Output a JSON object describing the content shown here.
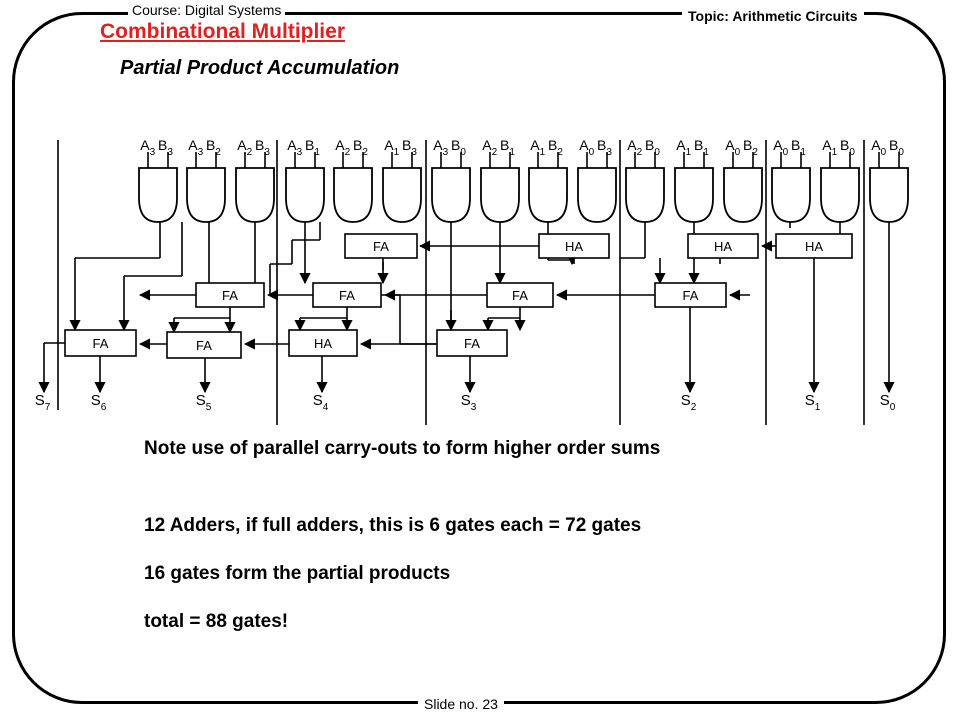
{
  "header": {
    "course": "Course: Digital Systems",
    "topic": "Topic: Arithmetic Circuits",
    "title": "Combinational Multiplier",
    "subtitle": "Partial Product Accumulation"
  },
  "footer": {
    "slide": "Slide no. 23"
  },
  "diagram": {
    "gate_inputs": [
      [
        "A3",
        "B3"
      ],
      [
        "A3",
        "B2"
      ],
      [
        "A2",
        "B3"
      ],
      [
        "A3",
        "B1"
      ],
      [
        "A2",
        "B2"
      ],
      [
        "A1",
        "B3"
      ],
      [
        "A3",
        "B0"
      ],
      [
        "A2",
        "B1"
      ],
      [
        "A1",
        "B2"
      ],
      [
        "A0",
        "B3"
      ],
      [
        "A2",
        "B0"
      ],
      [
        "A1",
        "B1"
      ],
      [
        "A0",
        "B2"
      ],
      [
        "A0",
        "B1"
      ],
      [
        "A1",
        "B0"
      ],
      [
        "A0",
        "B0"
      ]
    ],
    "adders": [
      "FA",
      "HA",
      "HA",
      "HA",
      "FA",
      "FA",
      "FA",
      "FA",
      "FA",
      "FA",
      "HA",
      "FA"
    ],
    "outputs": [
      "S7",
      "S6",
      "S5",
      "S4",
      "S3",
      "S2",
      "S1",
      "S0"
    ]
  },
  "notes": [
    "Note use of parallel carry-outs to form higher order sums",
    "12 Adders, if full adders, this is 6 gates each = 72 gates",
    "16 gates form the partial products",
    "total = 88 gates!"
  ]
}
